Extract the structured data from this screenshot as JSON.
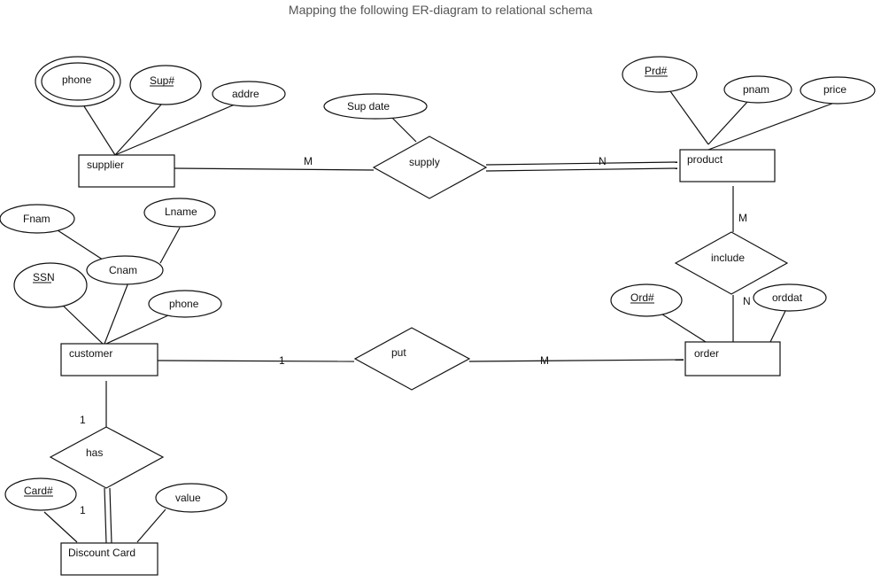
{
  "title": "Mapping the following ER-diagram to relational schema",
  "entities": {
    "supplier": "supplier",
    "product": "product",
    "customer": "customer",
    "order": "order",
    "discount_card": "Discount Card"
  },
  "relationships": {
    "supply": "supply",
    "include": "include",
    "put": "put",
    "has": "has"
  },
  "attributes": {
    "supplier_phone": "phone",
    "sup_no": "Sup#",
    "addre": "addre",
    "sup_date": "Sup date",
    "prd_no": "Prd#",
    "pnam": "pnam",
    "price": "price",
    "fnam": "Fnam",
    "lname": "Lname",
    "cnam": "Cnam",
    "ssn": "SSN",
    "customer_phone": "phone",
    "ord_no": "Ord#",
    "orddat": "orddat",
    "card_no": "Card#",
    "value": "value"
  },
  "cardinalities": {
    "supply_supplier": "M",
    "supply_product": "N",
    "include_product": "M",
    "include_order": "N",
    "put_customer": "1",
    "put_order": "M",
    "has_customer": "1",
    "has_card": "1"
  }
}
